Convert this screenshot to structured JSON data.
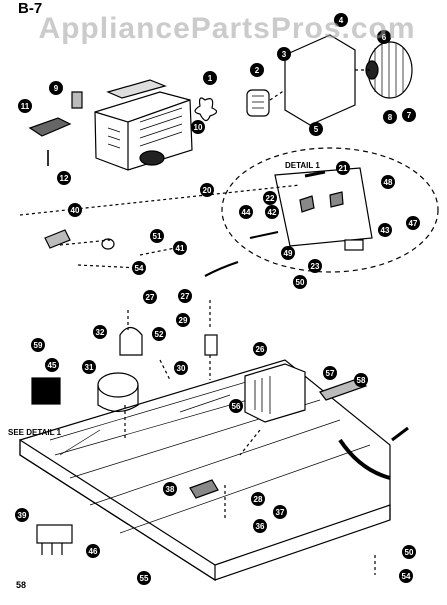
{
  "header": {
    "diagram_label": "B-7",
    "watermark": "AppliancePartsPros.com"
  },
  "detail_label": "DETAIL 1",
  "see_detail_label": "SEE DETAIL 1",
  "page_number": "58",
  "colors": {
    "ink": "#000000",
    "paper": "#ffffff",
    "watermark": "#a0a0a0"
  },
  "callouts": [
    "1",
    "2",
    "3",
    "4",
    "5",
    "6",
    "7",
    "8",
    "9",
    "10",
    "11",
    "12",
    "20",
    "21",
    "22",
    "23",
    "26",
    "27",
    "28",
    "29",
    "30",
    "31",
    "32",
    "36",
    "37",
    "38",
    "39",
    "40",
    "41",
    "42",
    "43",
    "44",
    "45",
    "46",
    "47",
    "48",
    "49",
    "50",
    "51",
    "52",
    "54",
    "55",
    "56",
    "57",
    "58",
    "59"
  ]
}
